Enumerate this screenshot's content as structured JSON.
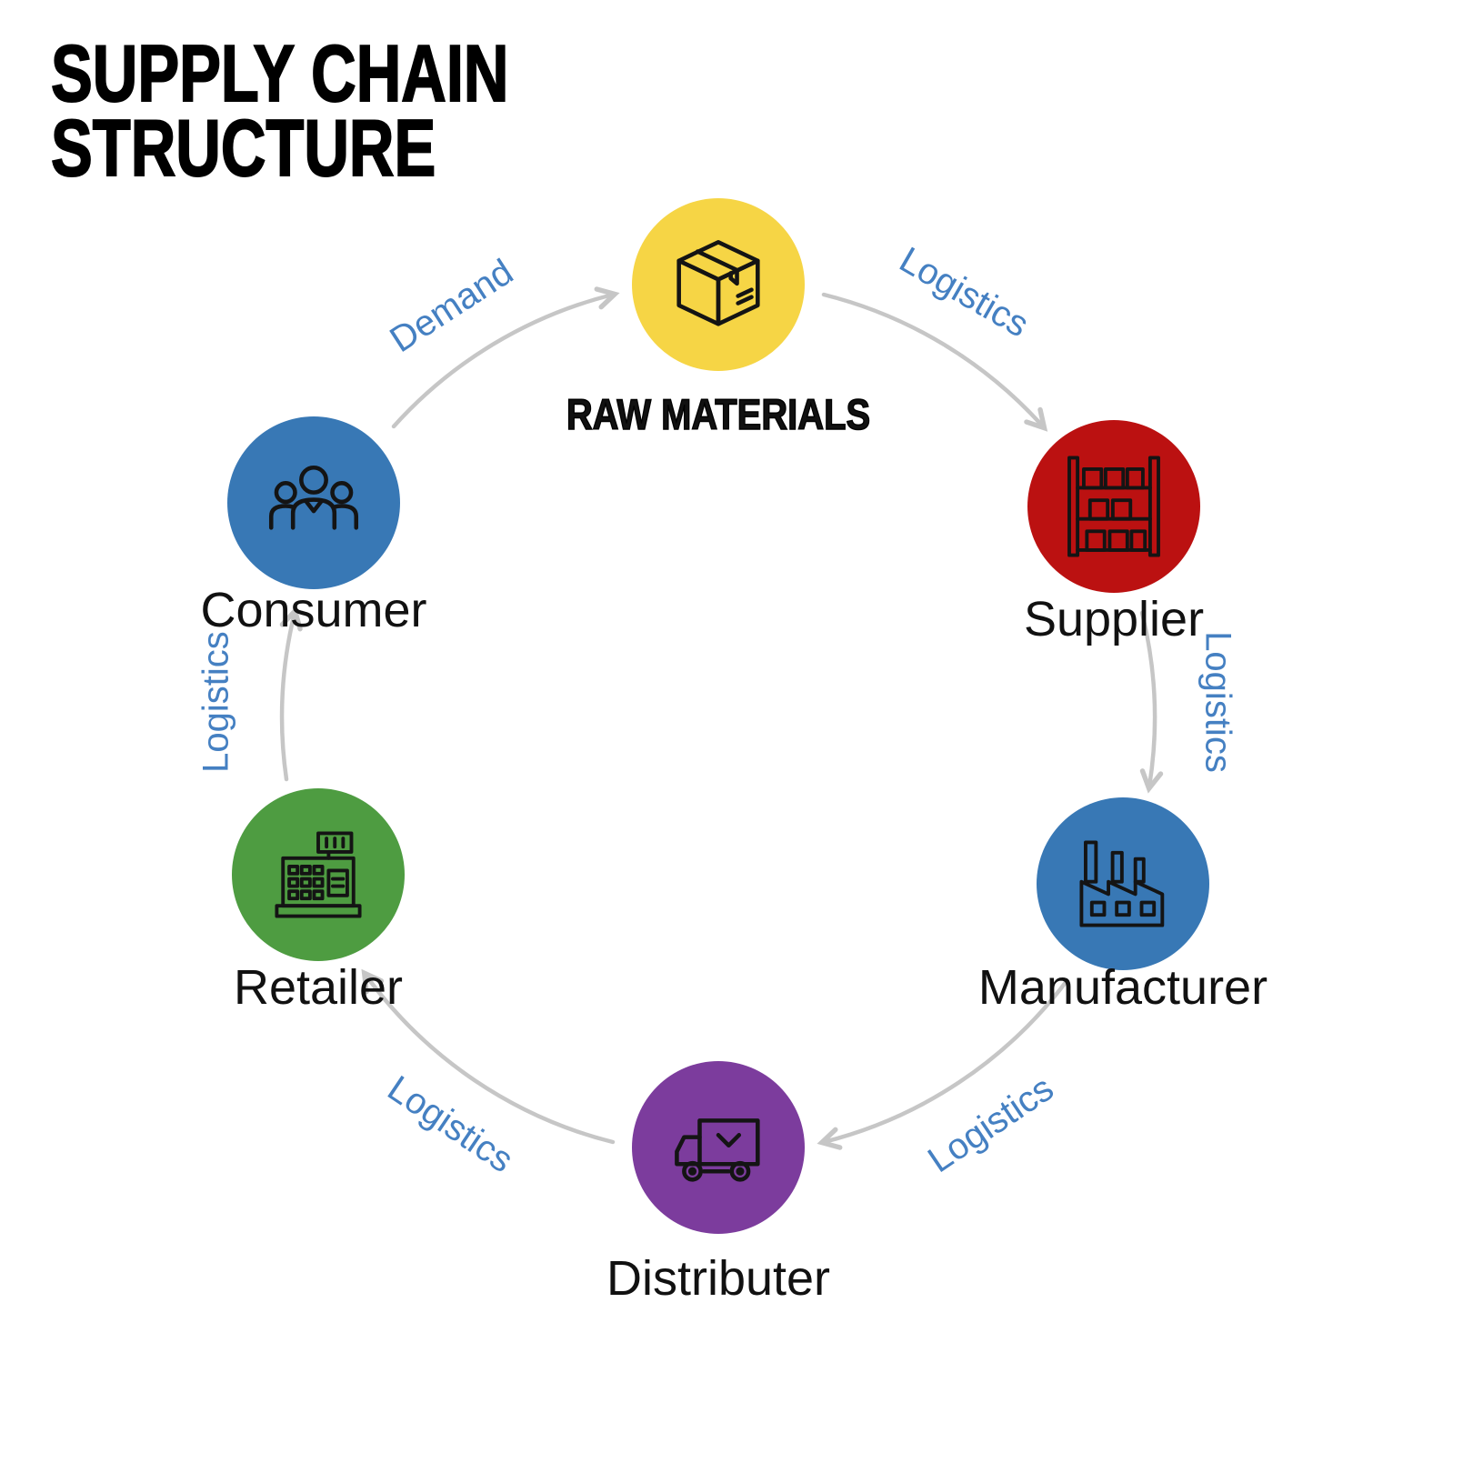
{
  "title": {
    "line1": "SUPPLY CHAIN",
    "line2": "STRUCTURE"
  },
  "nodes": [
    {
      "id": "raw-materials",
      "label": "RAW MATERIALS",
      "color": "#F6D545",
      "icon": "package-icon"
    },
    {
      "id": "supplier",
      "label": "Supplier",
      "color": "#BB1111",
      "icon": "warehouse-shelf-icon"
    },
    {
      "id": "manufacturer",
      "label": "Manufacturer",
      "color": "#3878B5",
      "icon": "factory-icon"
    },
    {
      "id": "distributer",
      "label": "Distributer",
      "color": "#7C3C9D",
      "icon": "delivery-truck-icon"
    },
    {
      "id": "retailer",
      "label": "Retailer",
      "color": "#4E9C41",
      "icon": "cash-register-icon"
    },
    {
      "id": "consumer",
      "label": "Consumer",
      "color": "#3878B5",
      "icon": "people-icon"
    }
  ],
  "edges": [
    {
      "from": "consumer",
      "to": "raw-materials",
      "label": "Demand"
    },
    {
      "from": "raw-materials",
      "to": "supplier",
      "label": "Logistics"
    },
    {
      "from": "supplier",
      "to": "manufacturer",
      "label": "Logistics"
    },
    {
      "from": "manufacturer",
      "to": "distributer",
      "label": "Logistics"
    },
    {
      "from": "distributer",
      "to": "retailer",
      "label": "Logistics"
    },
    {
      "from": "retailer",
      "to": "consumer",
      "label": "Logistics"
    }
  ],
  "colors": {
    "edge_label": "#4580C2",
    "arrow": "#C6C6C6",
    "node_label": "#111111",
    "title": "#000000",
    "background": "#FFFFFF"
  }
}
